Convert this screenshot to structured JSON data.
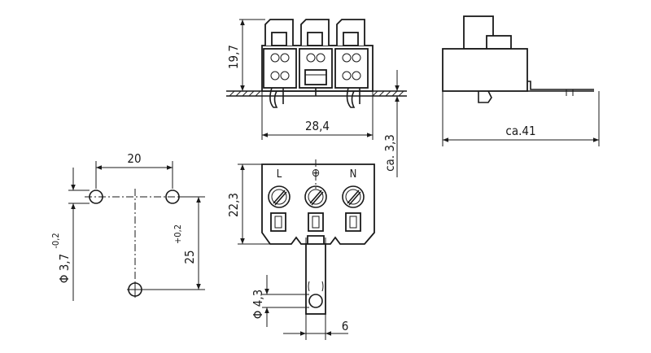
{
  "dimensions": {
    "top_height": "19,7",
    "top_width": "28,4",
    "side_length": "ca.41",
    "plate_thickness": "ca. 3,3",
    "hole_spacing": "20",
    "hole_diameter": "Φ 3,7",
    "hole_diameter_tol": "-0,2",
    "hole_offset": "25",
    "hole_offset_tol": "+0,2",
    "front_height": "22,3",
    "tab_hole_diameter": "Φ 4,3",
    "tab_width": "6"
  },
  "terminal_marks": {
    "left": "L",
    "middle": "⊕",
    "right": "N"
  },
  "colors": {
    "line": "#1a1a1a",
    "background": "#ffffff"
  }
}
